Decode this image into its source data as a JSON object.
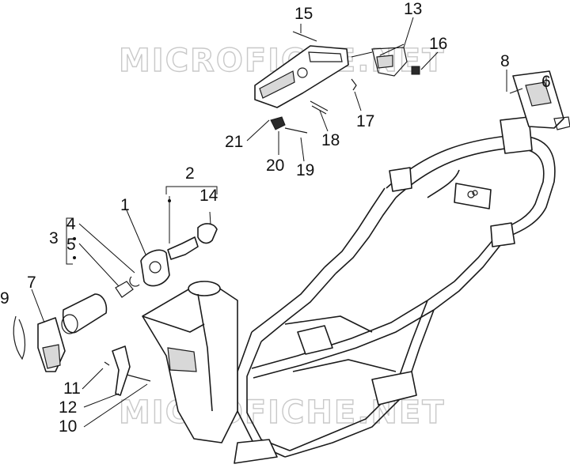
{
  "watermark": "MICROFICHE.NET",
  "callouts": {
    "p1": "1",
    "p2": "2",
    "p3": "3",
    "p4": "4",
    "p5": "5",
    "p6": "6",
    "p7": "7",
    "p8": "8",
    "p9": "9",
    "p10": "10",
    "p11": "11",
    "p12": "12",
    "p13": "13",
    "p14": "14",
    "p15": "15",
    "p16": "16",
    "p17": "17",
    "p18": "18",
    "p19": "19",
    "p20": "20",
    "p21": "21"
  }
}
